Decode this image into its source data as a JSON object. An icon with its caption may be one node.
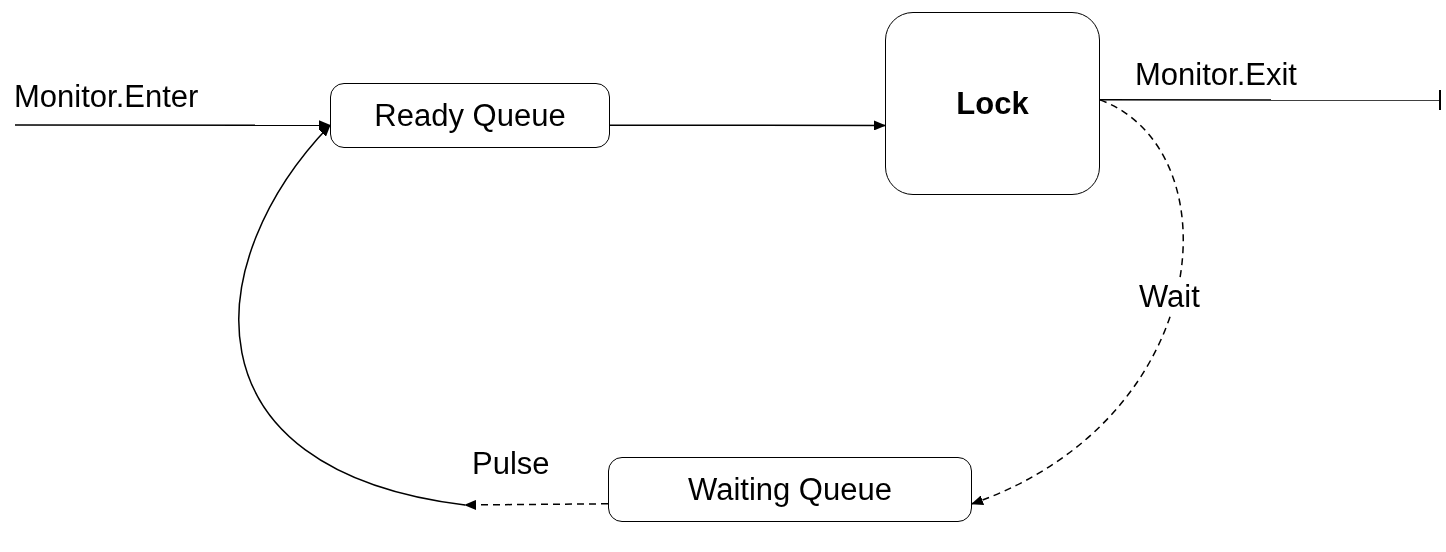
{
  "diagram": {
    "nodes": [
      {
        "text": [
          "Ready Queue"
        ]
      },
      {
        "text": [
          "Lock"
        ]
      },
      {
        "text": [
          "Waiting Queue"
        ]
      }
    ],
    "edges": [
      {
        "from": null,
        "to": 0,
        "arrow": "to",
        "label": "Monitor.Enter"
      },
      {
        "from": 0,
        "to": 1,
        "arrow": "to"
      },
      {
        "from": 1,
        "to": null,
        "arrow": "other",
        "label": "Monitor.Exit"
      },
      {
        "from": 1,
        "to": 2,
        "arrow": "to",
        "style": "dashed",
        "label": "Wait"
      },
      {
        "from": 2,
        "to": null,
        "arrow": "to",
        "style": "dashed",
        "label": "Pulse"
      },
      {
        "from": null,
        "to": 0,
        "arrow": "to"
      }
    ]
  }
}
